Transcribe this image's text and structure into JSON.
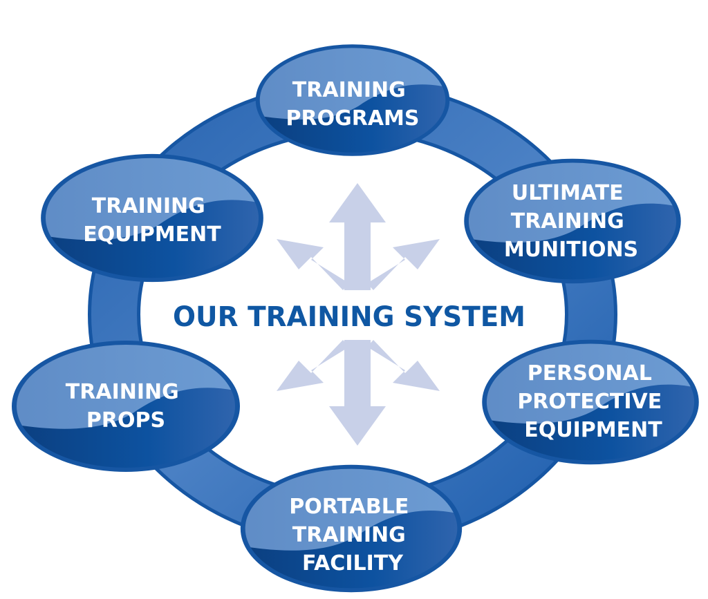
{
  "title": "OUR TRAINING SYSTEM",
  "colors": {
    "ring": "#1f5fae",
    "ring_highlight": "#4a80c4",
    "node_dark": "#0d4a92",
    "node_mid": "#2f67b0",
    "node_light": "#6c9bd2",
    "node_border": "#1656a3",
    "arrows": "#c8d0e8",
    "title": "#0f57a3",
    "label": "#ffffff"
  },
  "nodes": [
    {
      "id": "training-programs",
      "lines": [
        "TRAINING",
        "PROGRAMS"
      ]
    },
    {
      "id": "ultimate-training-munitions",
      "lines": [
        "ULTIMATE",
        "TRAINING",
        "MUNITIONS"
      ]
    },
    {
      "id": "personal-protective-equipment",
      "lines": [
        "PERSONAL",
        "PROTECTIVE",
        "EQUIPMENT"
      ]
    },
    {
      "id": "portable-training-facility",
      "lines": [
        "PORTABLE",
        "TRAINING",
        "FACILITY"
      ]
    },
    {
      "id": "training-props",
      "lines": [
        "TRAINING",
        "PROPS"
      ]
    },
    {
      "id": "training-equipment",
      "lines": [
        "TRAINING",
        "EQUIPMENT"
      ]
    }
  ]
}
